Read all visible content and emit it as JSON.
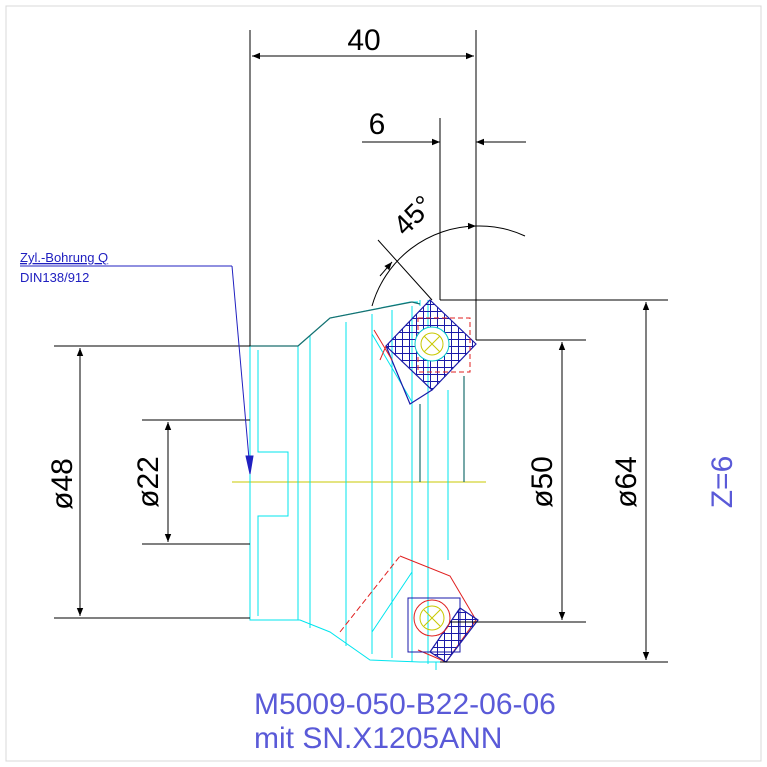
{
  "dimensions": {
    "width_40": "40",
    "width_6": "6",
    "angle_45": "45°",
    "dia_48": "ø48",
    "dia_22": "ø22",
    "dia_50": "ø50",
    "dia_64": "ø64"
  },
  "callout": {
    "line1": "Zyl.-Bohrung Q",
    "line2": "DIN138/912"
  },
  "teeth": "Z=6",
  "part_number": "M5009-050-B22-06-06",
  "insert_line": "mit SN.X1205ANN",
  "colors": {
    "dimension": "#000000",
    "part_outline": "#00e5ee",
    "body_outline": "#1a6e6e",
    "insert": "#1a1aa8",
    "cutting_edge": "#e02020",
    "axis": "#c8c800",
    "label_blue": "#5a5ad8",
    "callout_blue": "#2020c0"
  }
}
